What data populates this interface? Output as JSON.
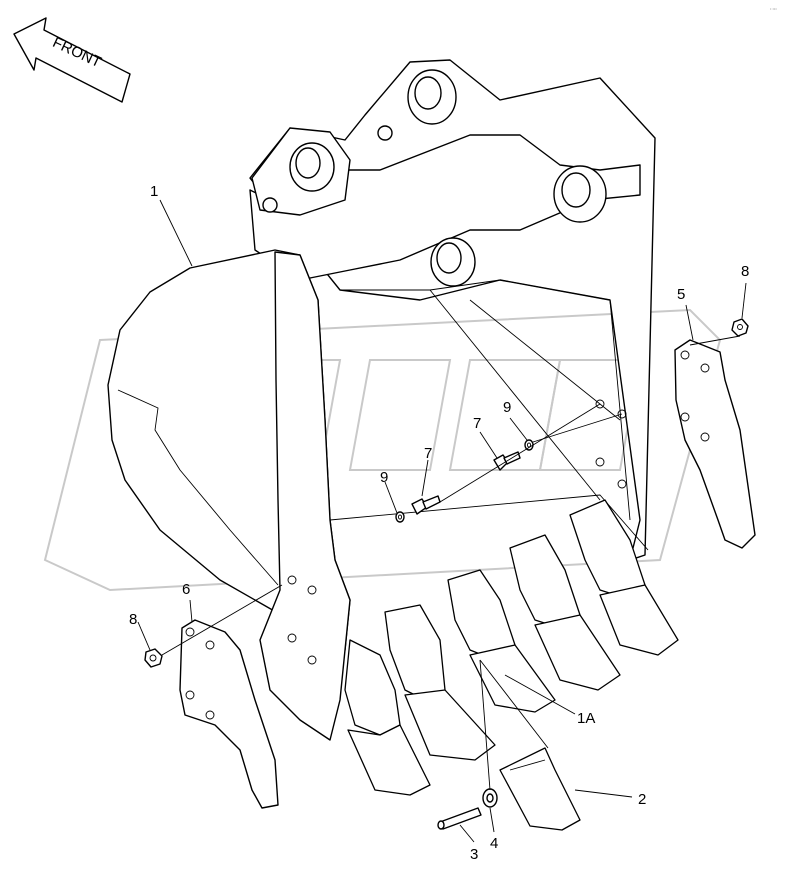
{
  "orientation_label": "FRONT",
  "watermark": "OPEX",
  "callouts": {
    "c1": "1",
    "c1a": "1A",
    "c2": "2",
    "c3": "3",
    "c4": "4",
    "c5": "5",
    "c6": "6",
    "c7a": "7",
    "c7b": "7",
    "c8a": "8",
    "c8b": "8",
    "c9a": "9",
    "c9b": "9"
  }
}
